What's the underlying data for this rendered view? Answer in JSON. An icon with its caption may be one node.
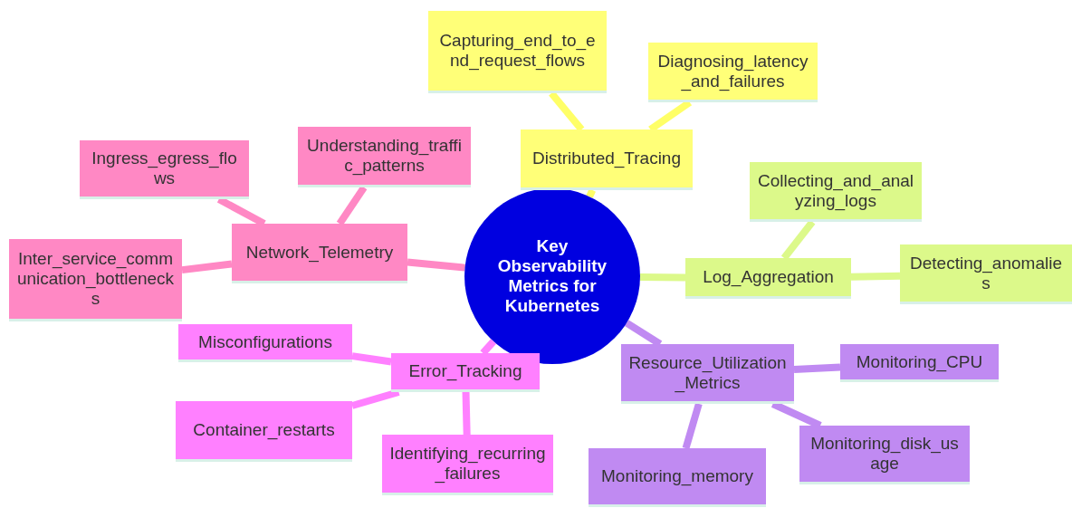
{
  "diagram": {
    "nodes": [
      {
        "text": [
          "Key Observability Metrics for Kubernetes"
        ]
      },
      {
        "text": [
          "Distributed_Tracing"
        ]
      },
      {
        "text": [
          "Capturing_end_to_end_request_flows"
        ]
      },
      {
        "text": [
          "Diagnosing_latency_and_failures"
        ]
      },
      {
        "text": [
          "Log_Aggregation"
        ]
      },
      {
        "text": [
          "Collecting_and_analyzing_logs"
        ]
      },
      {
        "text": [
          "Detecting_anomalies"
        ]
      },
      {
        "text": [
          "Resource_Utilization_Metrics"
        ]
      },
      {
        "text": [
          "Monitoring_CPU"
        ]
      },
      {
        "text": [
          "Monitoring_disk_usage"
        ]
      },
      {
        "text": [
          "Monitoring_memory"
        ]
      },
      {
        "text": [
          "Error_Tracking"
        ]
      },
      {
        "text": [
          "Misconfigurations"
        ]
      },
      {
        "text": [
          "Container_restarts"
        ]
      },
      {
        "text": [
          "Identifying_recurring_failures"
        ]
      },
      {
        "text": [
          "Network_Telemetry"
        ]
      },
      {
        "text": [
          "Understanding_traffic_patterns"
        ]
      },
      {
        "text": [
          "Ingress_egress_flows"
        ]
      },
      {
        "text": [
          "Inter_service_communication_bottlenecks"
        ]
      }
    ],
    "edges": [
      {
        "from": 0,
        "to": 1,
        "arrow": "none",
        "color": "#ffff66"
      },
      {
        "from": 1,
        "to": 2,
        "arrow": "none",
        "color": "#ffff66"
      },
      {
        "from": 1,
        "to": 3,
        "arrow": "none",
        "color": "#ffff66"
      },
      {
        "from": 0,
        "to": 4,
        "arrow": "none",
        "color": "#dcf98a"
      },
      {
        "from": 4,
        "to": 5,
        "arrow": "none",
        "color": "#dcf98a"
      },
      {
        "from": 4,
        "to": 6,
        "arrow": "none",
        "color": "#dcf98a"
      },
      {
        "from": 0,
        "to": 7,
        "arrow": "none",
        "color": "#c08af2"
      },
      {
        "from": 7,
        "to": 8,
        "arrow": "none",
        "color": "#c08af2"
      },
      {
        "from": 7,
        "to": 9,
        "arrow": "none",
        "color": "#c08af2"
      },
      {
        "from": 7,
        "to": 10,
        "arrow": "none",
        "color": "#c08af2"
      },
      {
        "from": 0,
        "to": 11,
        "arrow": "none",
        "color": "#ff80ff"
      },
      {
        "from": 11,
        "to": 12,
        "arrow": "none",
        "color": "#ff80ff"
      },
      {
        "from": 11,
        "to": 13,
        "arrow": "none",
        "color": "#ff80ff"
      },
      {
        "from": 11,
        "to": 14,
        "arrow": "none",
        "color": "#ff80ff"
      },
      {
        "from": 0,
        "to": 15,
        "arrow": "none",
        "color": "#ff88c4"
      },
      {
        "from": 15,
        "to": 16,
        "arrow": "none",
        "color": "#ff88c4"
      },
      {
        "from": 15,
        "to": 17,
        "arrow": "none",
        "color": "#ff88c4"
      },
      {
        "from": 15,
        "to": 18,
        "arrow": "none",
        "color": "#ff88c4"
      }
    ]
  }
}
